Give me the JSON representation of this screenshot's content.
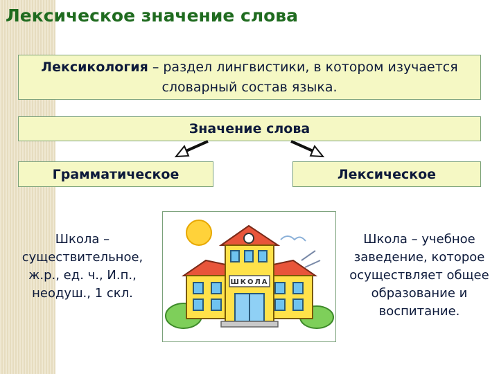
{
  "title": "Лексическое значение слова",
  "definition": {
    "term": "Лексикология",
    "text": " – раздел лингвистики, в котором изучается словарный состав языка."
  },
  "meaning_box": "Значение слова",
  "branches": {
    "grammatical": "Грамматическое",
    "lexical": "Лексическое"
  },
  "left_caption": "Школа – существительное, ж.р., ед. ч., И.п., неодуш., 1 скл.",
  "right_caption": "Школа – учебное заведение, которое осуществляет общее образование и воспитание.",
  "illustration": {
    "sign": "ШКОЛА"
  },
  "colors": {
    "title": "#1f6b1f",
    "box_fill": "#f5f8c4",
    "box_border": "#7aa17a",
    "text": "#0d1a3b"
  }
}
